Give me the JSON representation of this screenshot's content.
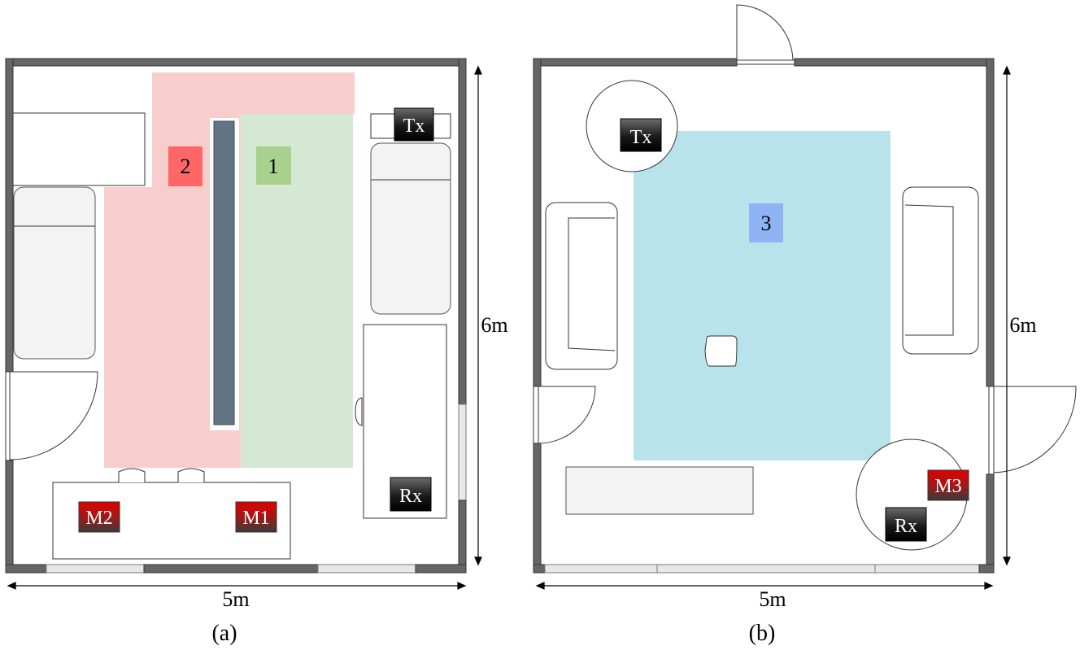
{
  "rooms": {
    "a": {
      "caption": "(a)",
      "width_label": "5m",
      "height_label": "6m",
      "zones": [
        {
          "label": "1",
          "color": "#d5e8d4",
          "tag_color": "#a9d18e"
        },
        {
          "label": "2",
          "color": "#f8cecc",
          "tag_color": "#ff6666"
        }
      ],
      "devices": {
        "tx": "Tx",
        "rx": "Rx"
      },
      "monitors": [
        "M1",
        "M2"
      ]
    },
    "b": {
      "caption": "(b)",
      "width_label": "5m",
      "height_label": "6m",
      "zones": [
        {
          "label": "3",
          "color": "#b9e3ea",
          "tag_color": "#8fb4f5"
        }
      ],
      "devices": {
        "tx": "Tx",
        "rx": "Rx"
      },
      "monitors": [
        "M3"
      ]
    }
  },
  "colors": {
    "wall": "#666666",
    "device_box": "#111111",
    "monitor_box": "#d40000",
    "furniture_fill": "#f3f3f3",
    "partition": "#647487"
  }
}
